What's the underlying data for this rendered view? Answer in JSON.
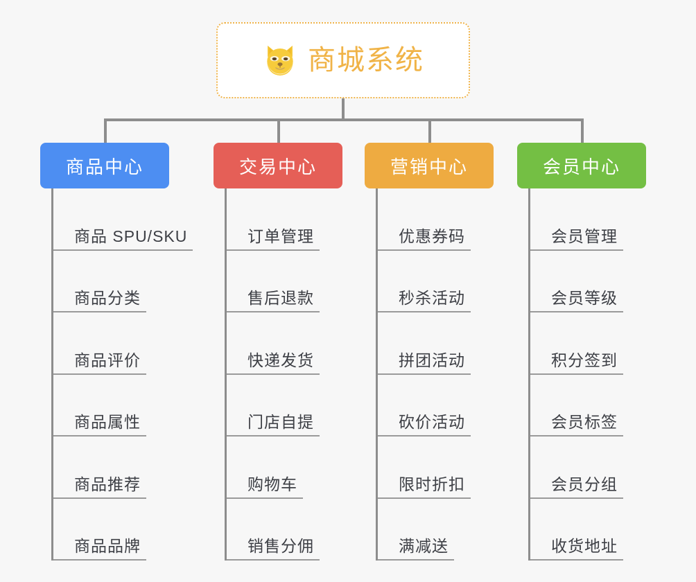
{
  "page": {
    "background_color": "#f7f7f7",
    "type": "mind-map"
  },
  "root": {
    "title": "商城系统",
    "icon": "shiba-dog-icon",
    "text_color": "#f0b347",
    "border_color": "#f0b44a",
    "background_color": "#ffffff"
  },
  "connector_color": "#8d8d8d",
  "branches": [
    {
      "label": "商品中心",
      "color": "#4d8ef2",
      "items": [
        "商品 SPU/SKU",
        "商品分类",
        "商品评价",
        "商品属性",
        "商品推荐",
        "商品品牌"
      ]
    },
    {
      "label": "交易中心",
      "color": "#e55f57",
      "items": [
        "订单管理",
        "售后退款",
        "快递发货",
        "门店自提",
        "购物车",
        "销售分佣"
      ]
    },
    {
      "label": "营销中心",
      "color": "#eeab41",
      "items": [
        "优惠券码",
        "秒杀活动",
        "拼团活动",
        "砍价活动",
        "限时折扣",
        "满减送"
      ]
    },
    {
      "label": "会员中心",
      "color": "#74bf44",
      "items": [
        "会员管理",
        "会员等级",
        "积分签到",
        "会员标签",
        "会员分组",
        "收货地址"
      ]
    }
  ]
}
